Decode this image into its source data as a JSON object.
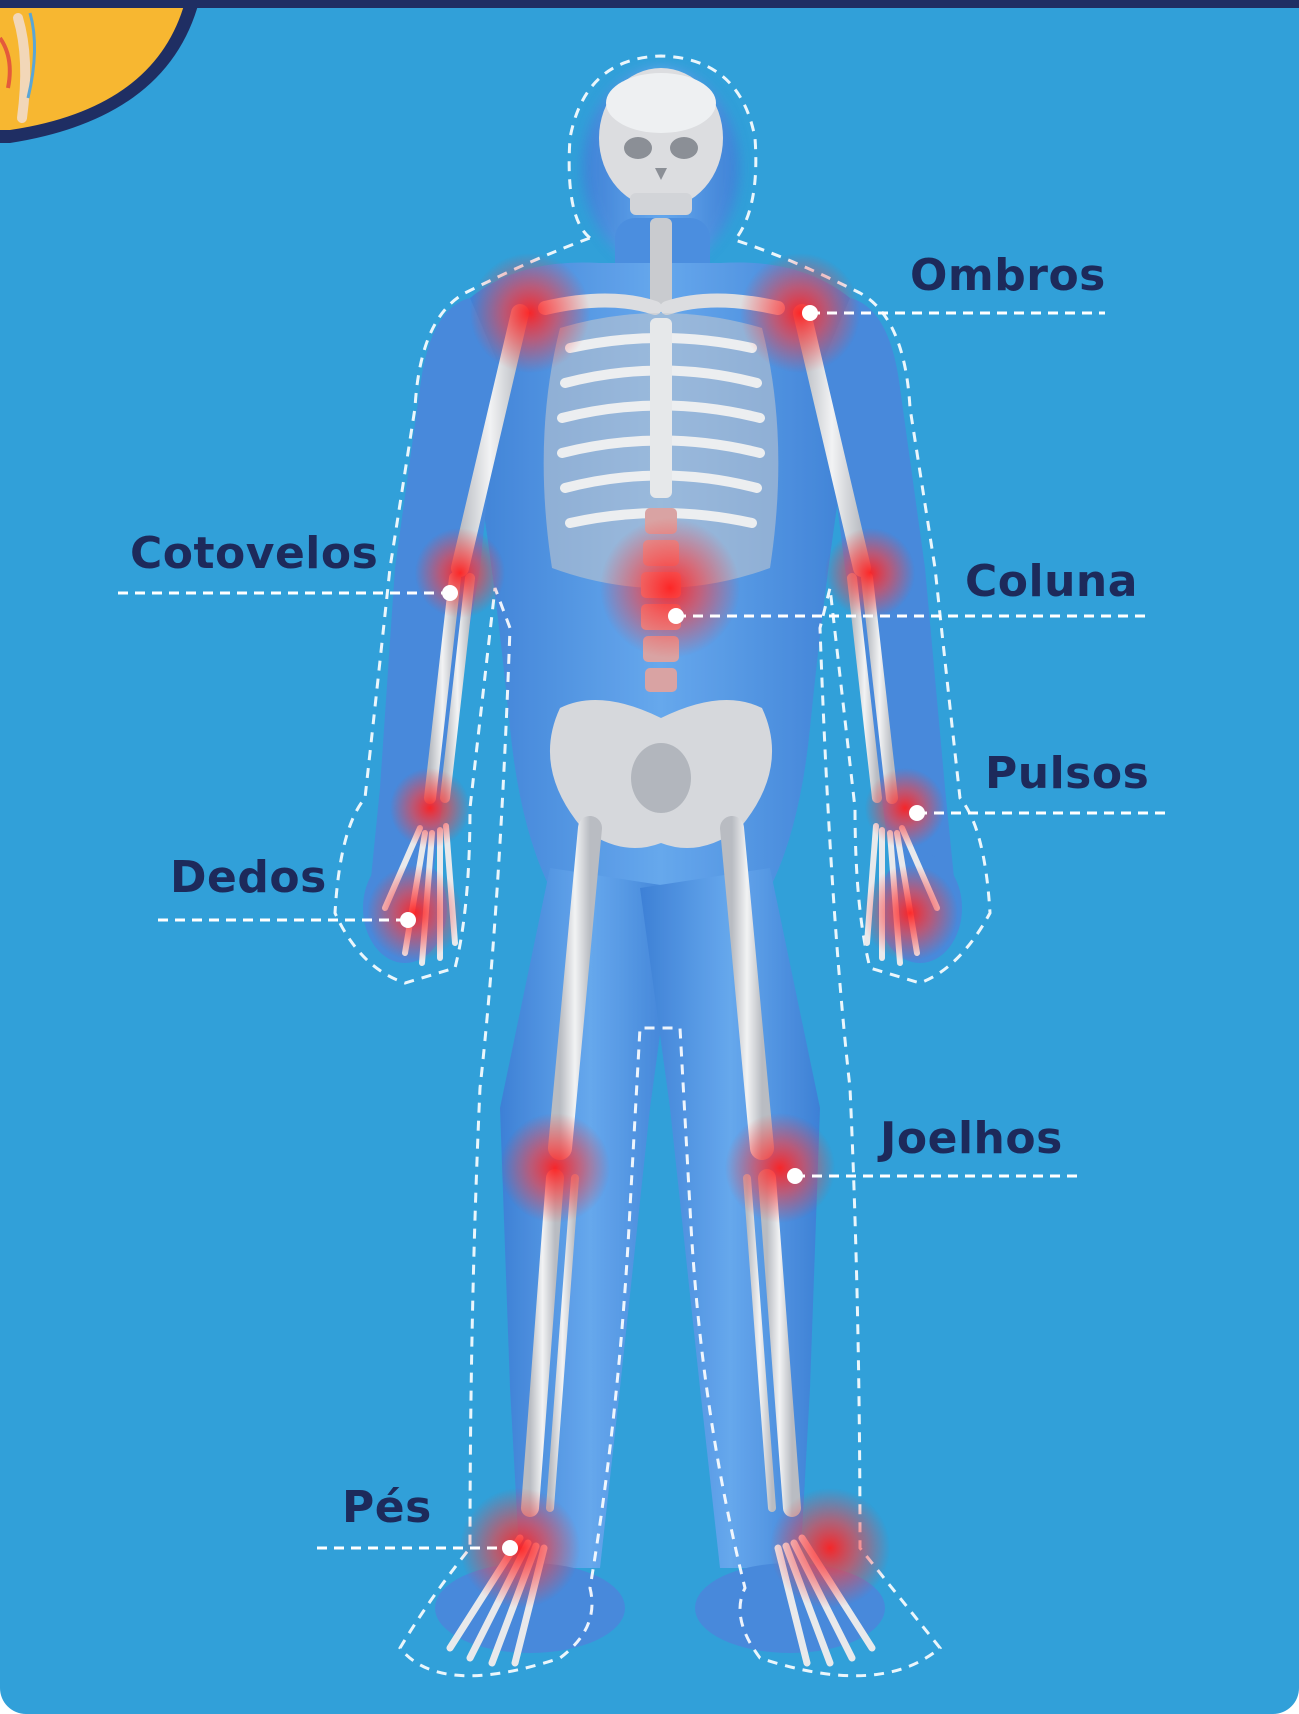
{
  "labels": {
    "ombros": "Ombros",
    "cotovelos": "Cotovelos",
    "coluna": "Coluna",
    "pulsos": "Pulsos",
    "dedos": "Dedos",
    "joelhos": "Joelhos",
    "pes": "Pés"
  },
  "colors": {
    "background": "#31a0d9",
    "topBorder": "#1f2e63",
    "badge": "#f7b731",
    "label": "#1d2a5b",
    "body": "#4f8fe0",
    "bone": "#e3e4e6",
    "inflammation": "#ff2d2d",
    "leader": "#ffffff"
  },
  "icons": [
    "skeleton-figure",
    "corner-badge-icon"
  ]
}
